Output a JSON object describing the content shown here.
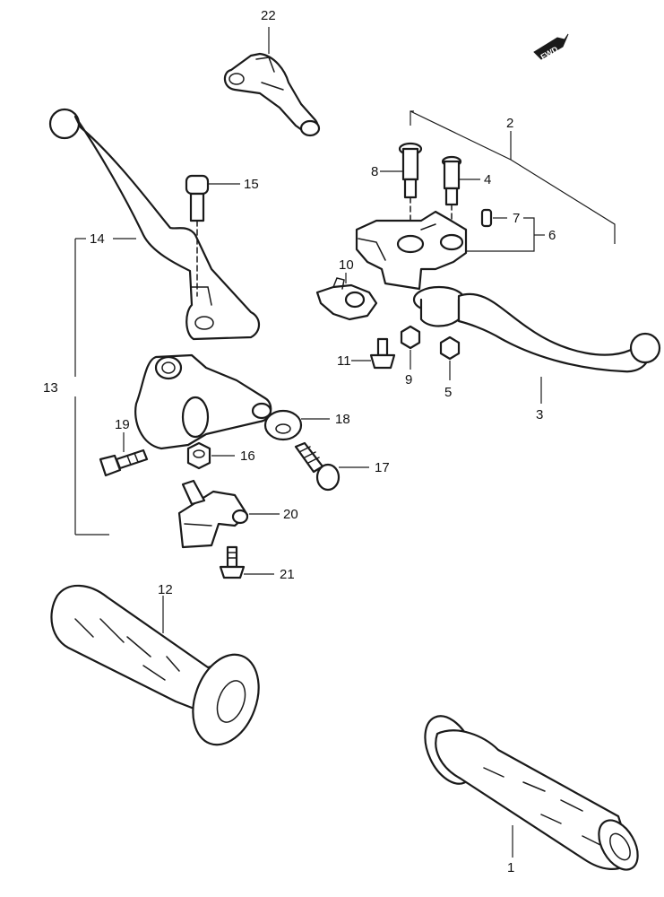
{
  "fwd_label": "FWD",
  "callouts": {
    "p1": "1",
    "p2": "2",
    "p3": "3",
    "p4": "4",
    "p5": "5",
    "p6": "6",
    "p7": "7",
    "p8": "8",
    "p9": "9",
    "p10": "10",
    "p11": "11",
    "p12": "12",
    "p13": "13",
    "p14": "14",
    "p15": "15",
    "p16": "16",
    "p17": "17",
    "p18": "18",
    "p19": "19",
    "p20": "20",
    "p21": "21",
    "p22": "22"
  }
}
